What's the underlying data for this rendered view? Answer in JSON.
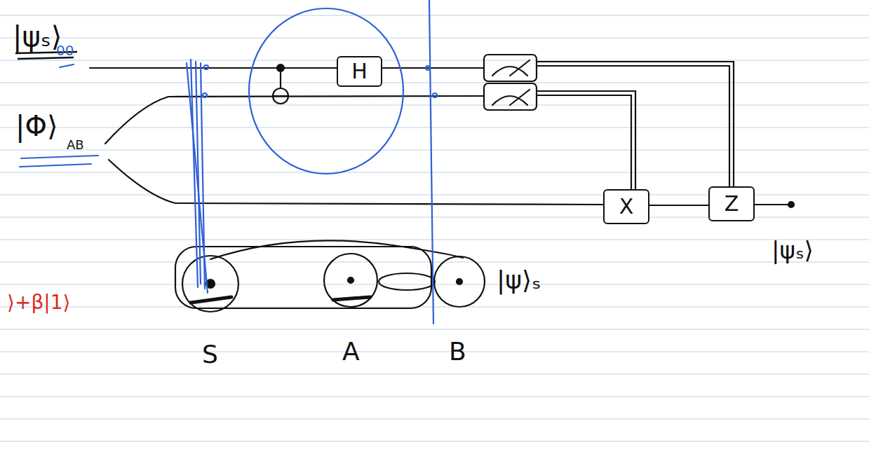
{
  "diagram": {
    "nodes": [
      {
        "text": [
          "H"
        ]
      },
      {
        "text": [
          "X"
        ]
      },
      {
        "text": [
          "Z"
        ]
      }
    ],
    "edges": [
      {
        "from": 1,
        "to": 2,
        "arrow": "none"
      }
    ],
    "labels": [
      "|ψₛ⟩",
      "00",
      "|Φ⟩",
      "AB",
      "S",
      "A",
      "B",
      "|ψ⟩ₛ",
      "|ψₛ⟩",
      "⟩+β|1⟩"
    ]
  }
}
